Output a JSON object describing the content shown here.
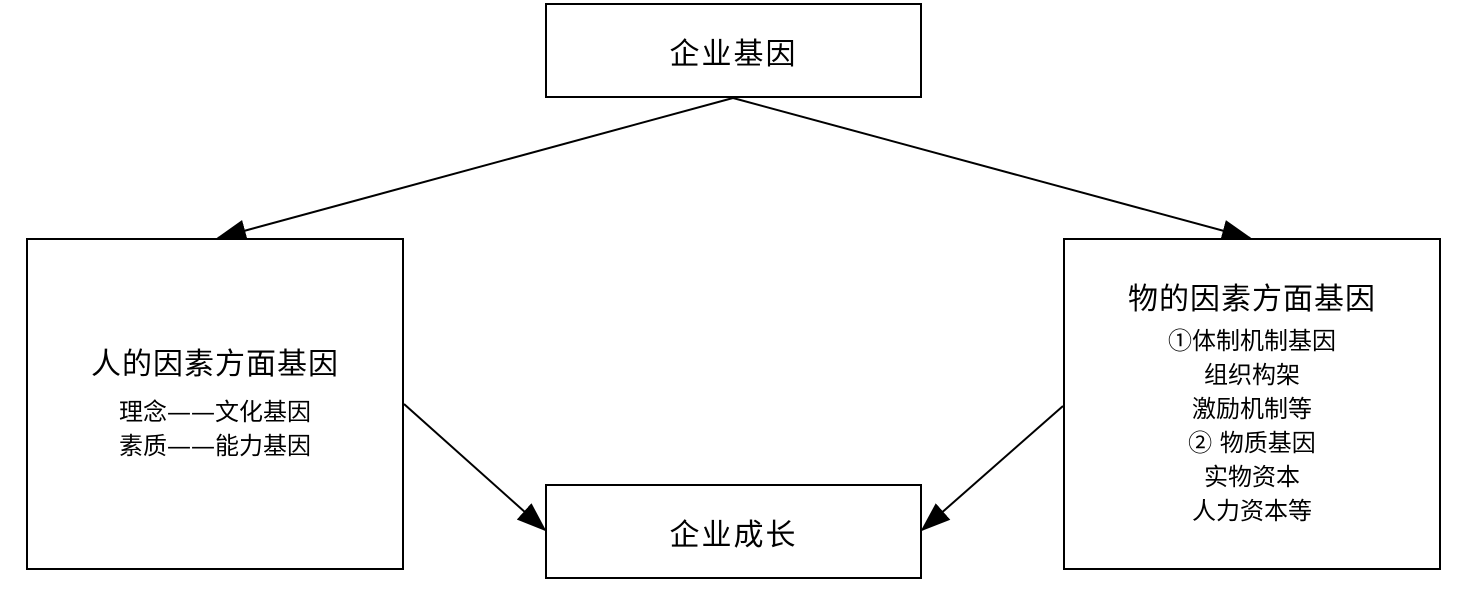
{
  "top_box": {
    "label": "企业基因"
  },
  "bottom_box": {
    "label": "企业成长"
  },
  "left_box": {
    "title": "人的因素方面基因",
    "lines": [
      "理念——文化基因",
      "素质——能力基因"
    ]
  },
  "right_box": {
    "title": "物的因素方面基因",
    "lines": [
      "①体制机制基因",
      "组织构架",
      "激励机制等",
      "② 物质基因",
      "实物资本",
      "人力资本等"
    ]
  }
}
